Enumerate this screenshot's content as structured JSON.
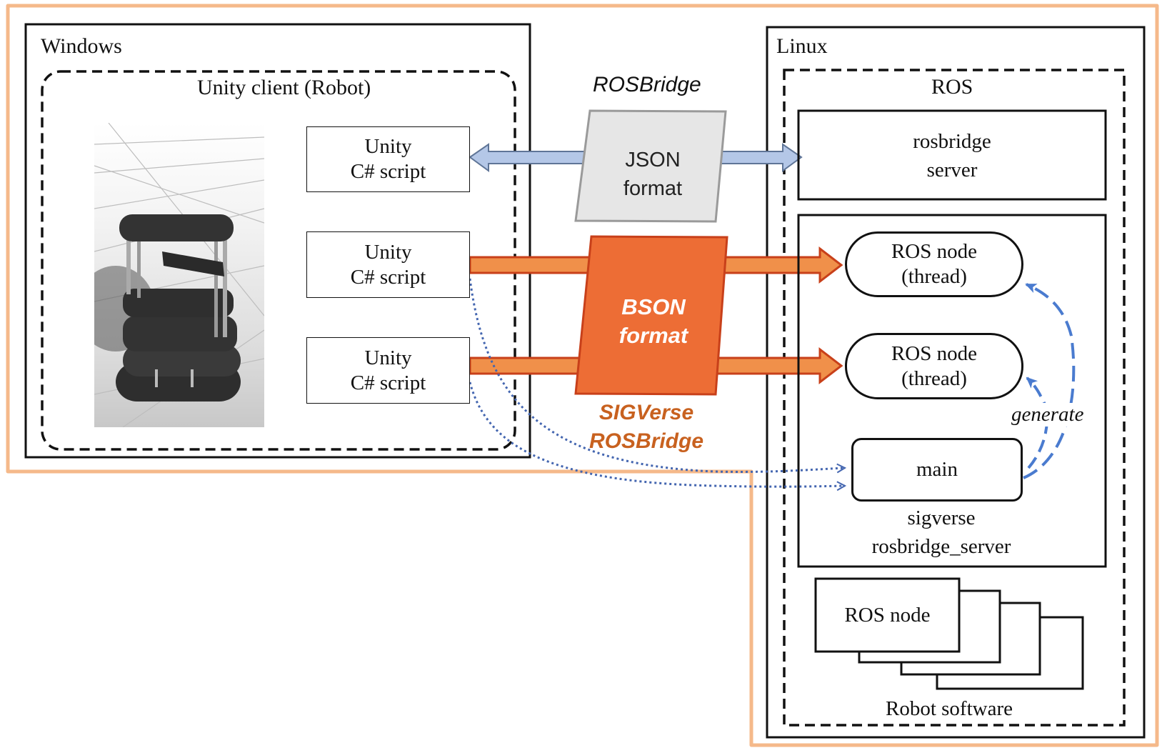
{
  "windows": {
    "title": "Windows",
    "unity_client": {
      "title": "Unity client (Robot)",
      "image": "turtlebot-robot-render",
      "scripts": [
        {
          "line1": "Unity",
          "line2": "C# script"
        },
        {
          "line1": "Unity",
          "line2": "C# script"
        },
        {
          "line1": "Unity",
          "line2": "C# script"
        }
      ]
    }
  },
  "bridge": {
    "rosbridge_label": "ROSBridge",
    "json_box": {
      "line1": "JSON",
      "line2": "format"
    },
    "bson_box": {
      "line1": "BSON",
      "line2": "format"
    },
    "sigverse_label": {
      "line1": "SIGVerse",
      "line2": "ROSBridge"
    }
  },
  "linux": {
    "title": "Linux",
    "ros": {
      "title": "ROS",
      "rosbridge_server": {
        "line1": "rosbridge",
        "line2": "server"
      },
      "sigverse_server": {
        "nodes": [
          {
            "line1": "ROS node",
            "line2": "(thread)"
          },
          {
            "line1": "ROS node",
            "line2": "(thread)"
          }
        ],
        "main_label": "main",
        "generate_label": "generate",
        "caption": {
          "line1": "sigverse",
          "line2": "rosbridge_server"
        }
      },
      "robot_software": {
        "node_label": "ROS node",
        "caption": "Robot software"
      }
    }
  },
  "colors": {
    "highlight_border": "#f5b98a",
    "json_arrow": "#b4c7e7",
    "json_arrow_stroke": "#5f7597",
    "json_box_fill": "#e6e6e6",
    "json_box_stroke": "#9a9a9a",
    "bson_fill": "#ed6d35",
    "bson_stroke": "#c8401a",
    "bson_arrow": "#f0904a",
    "sigverse_text": "#c8611f",
    "generate_arrow": "#4a7bcf",
    "dotted_link": "#4466b0"
  }
}
